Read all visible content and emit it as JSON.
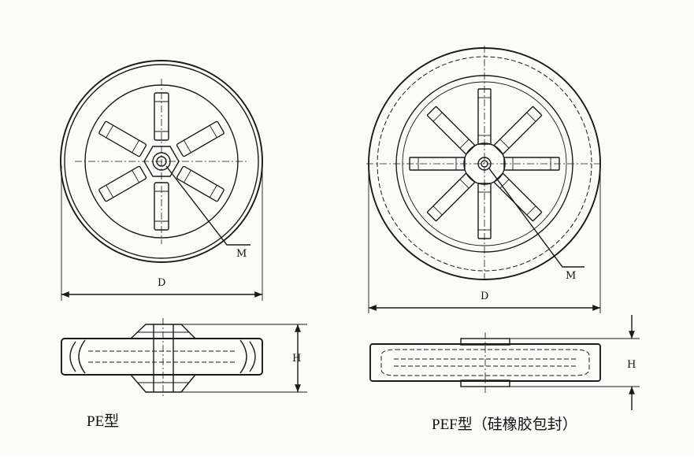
{
  "figure_left": {
    "caption": "PE型",
    "labels": {
      "thread": "M",
      "diameter": "D",
      "height": "H"
    }
  },
  "figure_right": {
    "caption": "PEF型（硅橡胶包封）",
    "labels": {
      "thread": "M",
      "diameter": "D",
      "height": "H"
    }
  },
  "colors": {
    "ink": "#1a1a1a",
    "paper": "#fbfbf9"
  }
}
